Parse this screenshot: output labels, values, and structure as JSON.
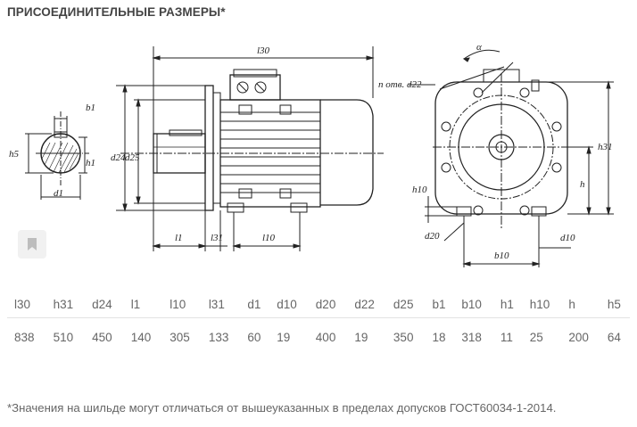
{
  "title": "ПРИСОЕДИНИТЕЛЬНЫЕ РАЗМЕРЫ*",
  "drawing_labels": {
    "l30": "l30",
    "b1": "b1",
    "h5": "h5",
    "h1": "h1",
    "d1": "d1",
    "d24": "d24",
    "d25": "d25",
    "l1": "l1",
    "l31": "l31",
    "l10": "l10",
    "alpha": "α",
    "n_otv_d22": "n отв. d22",
    "h31": "h31",
    "h": "h",
    "h10": "h10",
    "d20": "d20",
    "b10": "b10",
    "d10": "d10"
  },
  "table": {
    "headers": [
      "l30",
      "h31",
      "d24",
      "l1",
      "l10",
      "l31",
      "d1",
      "d10",
      "d20",
      "d22",
      "d25",
      "b1",
      "b10",
      "h1",
      "h10",
      "h",
      "h5"
    ],
    "values": [
      "838",
      "510",
      "450",
      "140",
      "305",
      "133",
      "60",
      "19",
      "400",
      "19",
      "350",
      "18",
      "318",
      "11",
      "25",
      "200",
      "64"
    ]
  },
  "footnote": "*Значения на шильде могут отличаться от вышеуказанных в пределах допусков ГОСТ60034-1-2014."
}
